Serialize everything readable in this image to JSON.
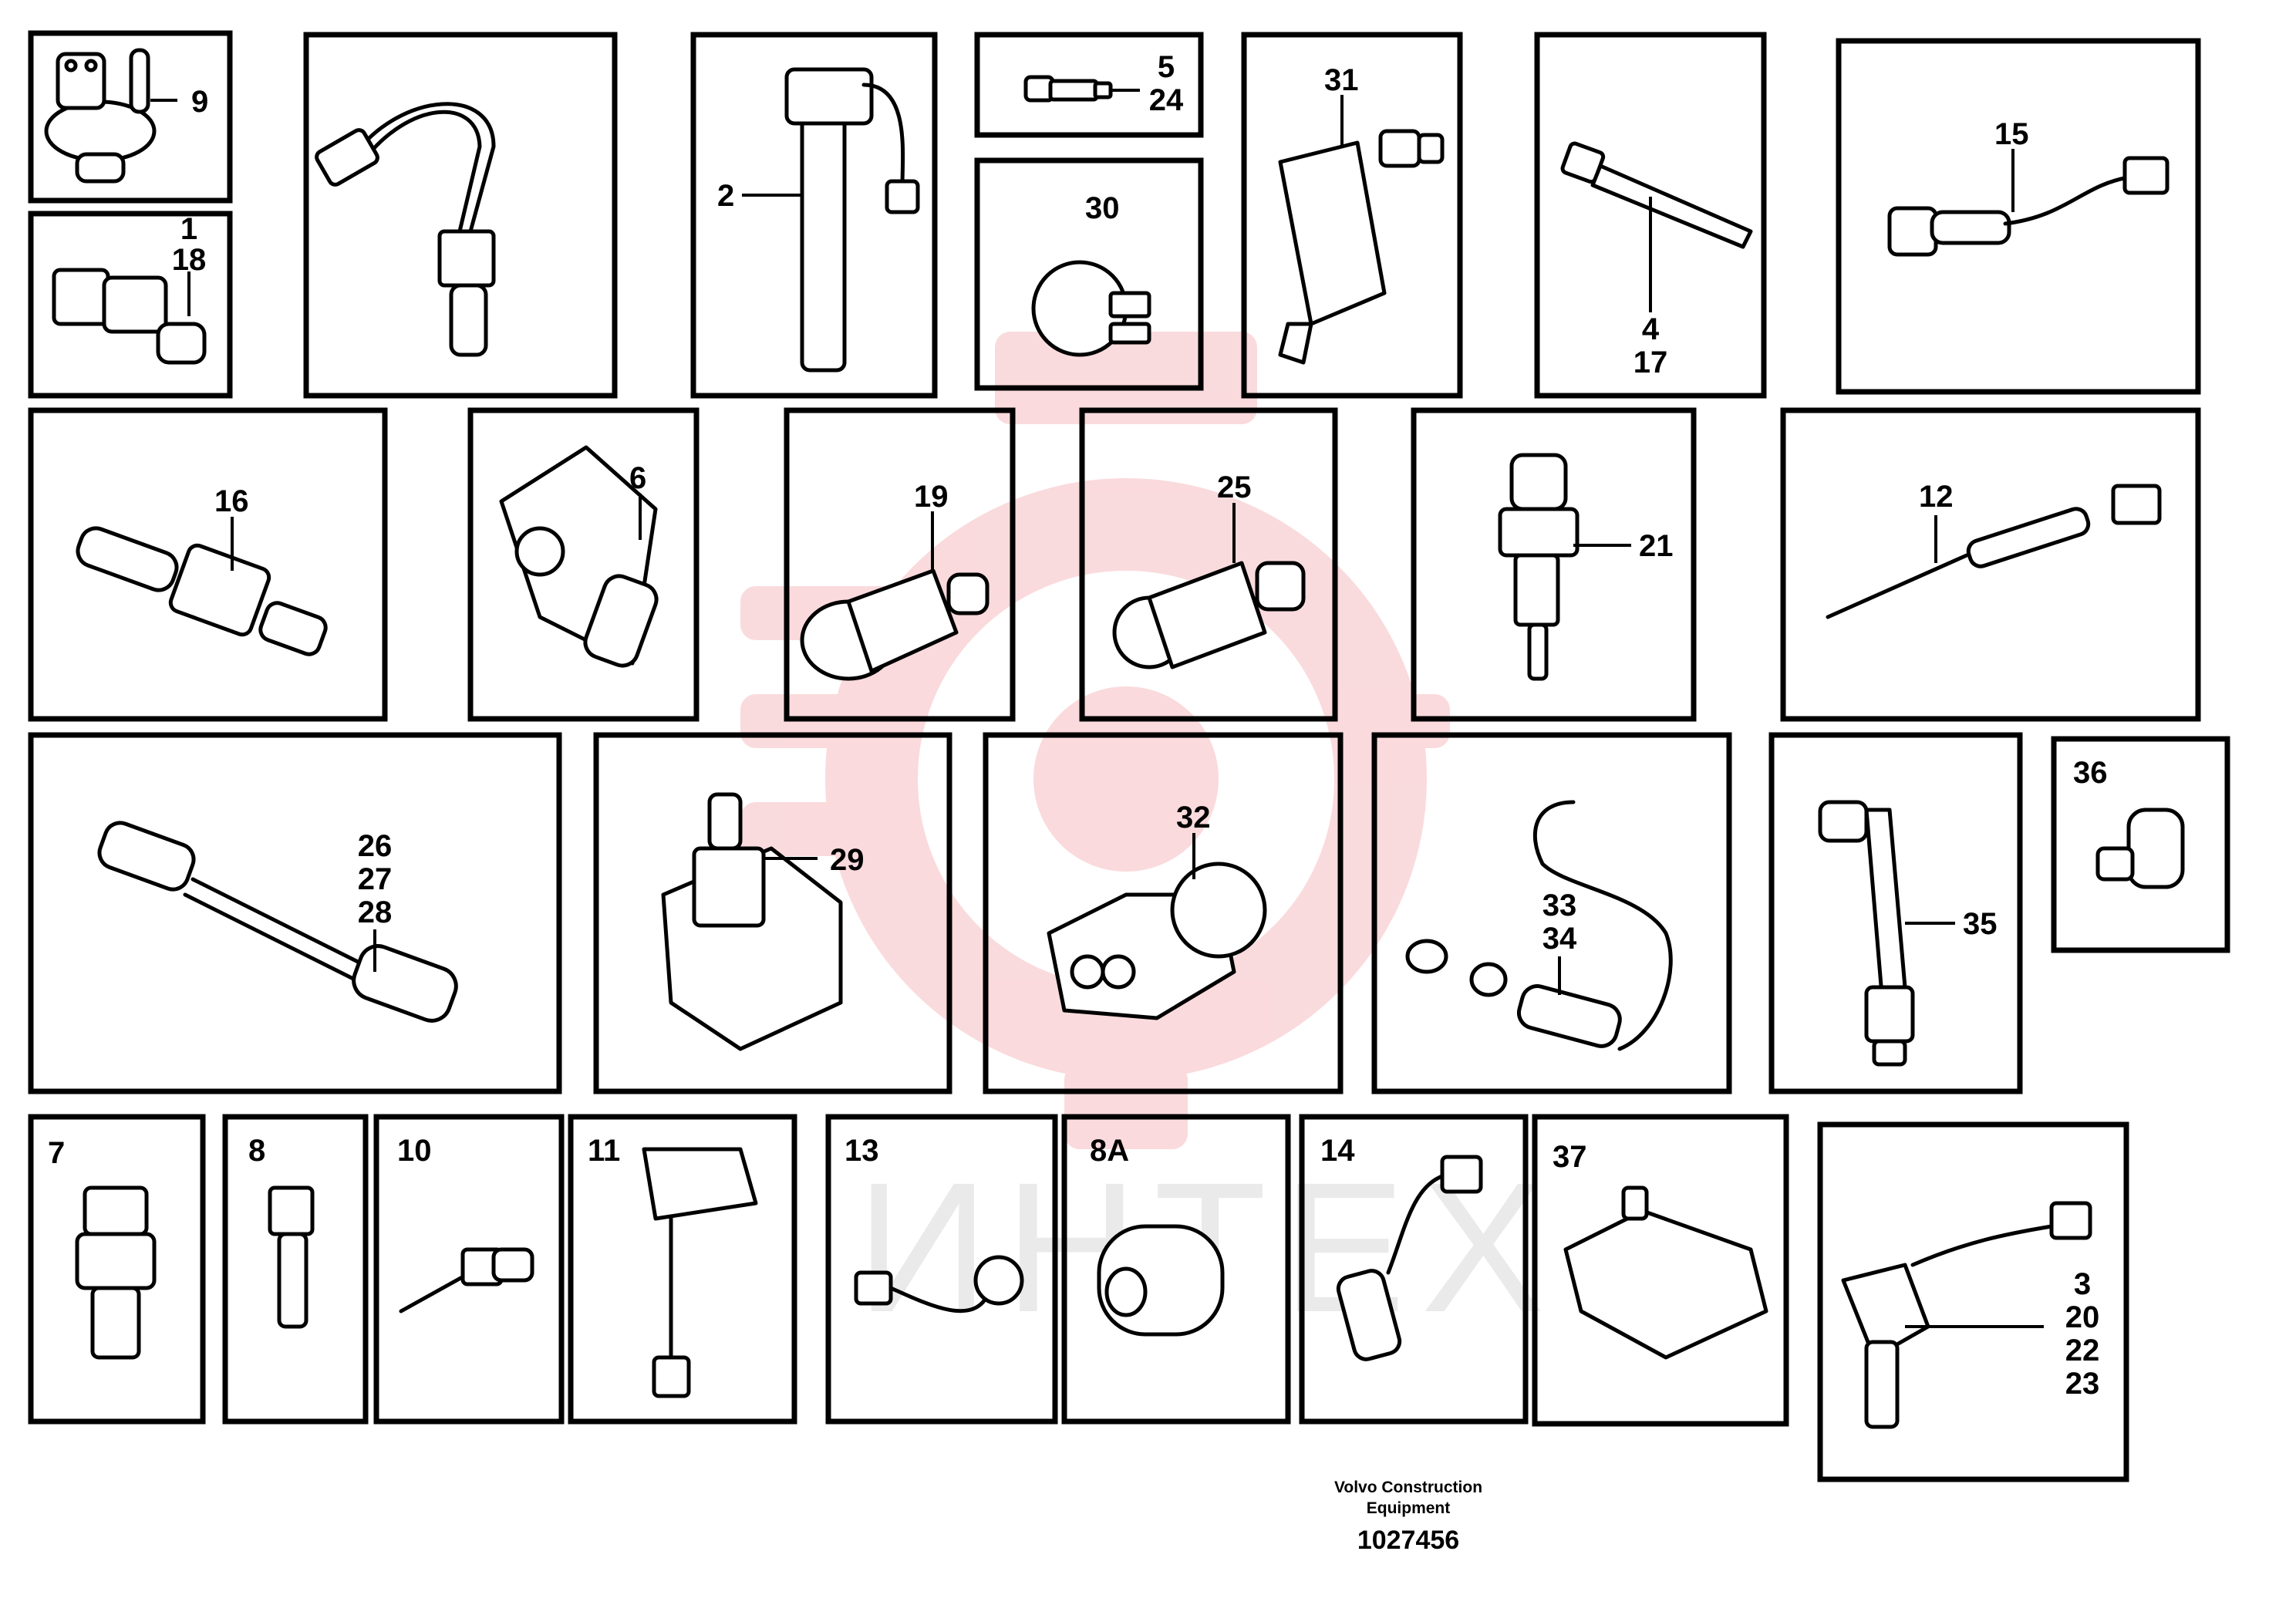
{
  "diagram": {
    "watermark_text": "ИНТЕХ",
    "footer": {
      "company_line1": "Volvo Construction",
      "company_line2": "Equipment",
      "drawing_number": "1027456"
    },
    "callouts": [
      {
        "id": "c9",
        "lines": [
          "9"
        ]
      },
      {
        "id": "c1",
        "lines": [
          "1",
          "18"
        ]
      },
      {
        "id": "c2",
        "lines": [
          "2"
        ]
      },
      {
        "id": "c5",
        "lines": [
          "5",
          "24"
        ]
      },
      {
        "id": "c30",
        "lines": [
          "30"
        ]
      },
      {
        "id": "c31",
        "lines": [
          "31"
        ]
      },
      {
        "id": "c4",
        "lines": [
          "4",
          "17"
        ]
      },
      {
        "id": "c15",
        "lines": [
          "15"
        ]
      },
      {
        "id": "c16",
        "lines": [
          "16"
        ]
      },
      {
        "id": "c6",
        "lines": [
          "6"
        ]
      },
      {
        "id": "c19",
        "lines": [
          "19"
        ]
      },
      {
        "id": "c25",
        "lines": [
          "25"
        ]
      },
      {
        "id": "c21",
        "lines": [
          "21"
        ]
      },
      {
        "id": "c12",
        "lines": [
          "12"
        ]
      },
      {
        "id": "c26",
        "lines": [
          "26",
          "27",
          "28"
        ]
      },
      {
        "id": "c29",
        "lines": [
          "29"
        ]
      },
      {
        "id": "c32",
        "lines": [
          "32"
        ]
      },
      {
        "id": "c33",
        "lines": [
          "33",
          "34"
        ]
      },
      {
        "id": "c35",
        "lines": [
          "35"
        ]
      },
      {
        "id": "c36",
        "lines": [
          "36"
        ]
      },
      {
        "id": "c7",
        "lines": [
          "7"
        ]
      },
      {
        "id": "c8",
        "lines": [
          "8"
        ]
      },
      {
        "id": "c10",
        "lines": [
          "10"
        ]
      },
      {
        "id": "c11",
        "lines": [
          "11"
        ]
      },
      {
        "id": "c13",
        "lines": [
          "13"
        ]
      },
      {
        "id": "c8a",
        "lines": [
          "8A"
        ]
      },
      {
        "id": "c14",
        "lines": [
          "14"
        ]
      },
      {
        "id": "c37",
        "lines": [
          "37"
        ]
      },
      {
        "id": "c3",
        "lines": [
          "3",
          "20",
          "22",
          "23"
        ]
      }
    ]
  }
}
